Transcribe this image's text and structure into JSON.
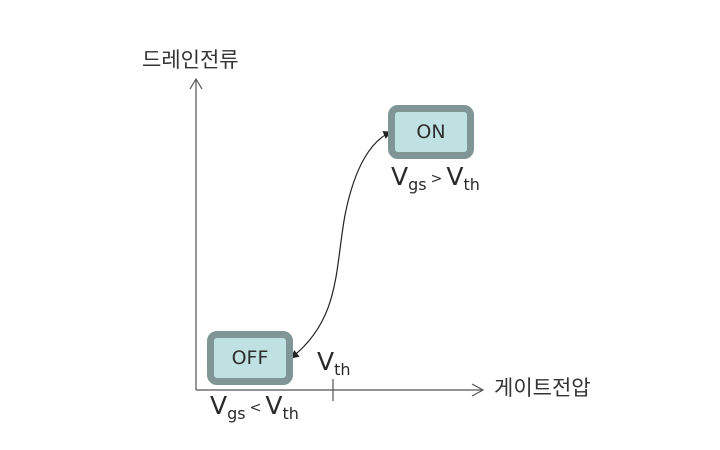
{
  "axes": {
    "y_title": "드레인전류",
    "x_title": "게이트전압"
  },
  "threshold": {
    "main": "V",
    "sub": "th"
  },
  "states": {
    "on": {
      "label": "ON",
      "cond_v1": "V",
      "cond_sub1": "gs",
      "cond_op": ">",
      "cond_v2": "V",
      "cond_sub2": "th"
    },
    "off": {
      "label": "OFF",
      "cond_v1": "V",
      "cond_sub1": "gs",
      "cond_op": "<",
      "cond_v2": "V",
      "cond_sub2": "th"
    }
  },
  "colors": {
    "box_fill": "#bfe1e2",
    "box_border": "#7f9596",
    "line": "#555555"
  }
}
